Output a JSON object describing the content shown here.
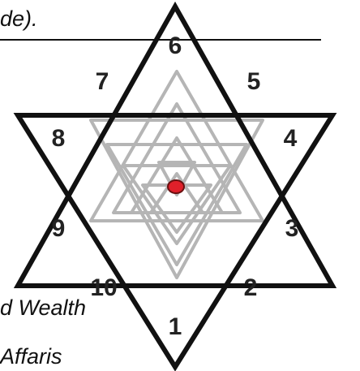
{
  "text_fragments": {
    "top": "de).",
    "wealth": "d Wealth",
    "bottom": "Affaris"
  },
  "star_points": {
    "top": "6",
    "upper_left": "7",
    "upper_right": "5",
    "left_upper": "8",
    "right_upper": "4",
    "left_lower": "9",
    "right_lower": "3",
    "lower_left": "10",
    "lower_right": "2",
    "bottom": "1"
  },
  "colors": {
    "outline": "#111111",
    "inner_lines": "#b5b5b5",
    "bindu": "#e0202a",
    "bindu_outline": "#6a1010"
  }
}
